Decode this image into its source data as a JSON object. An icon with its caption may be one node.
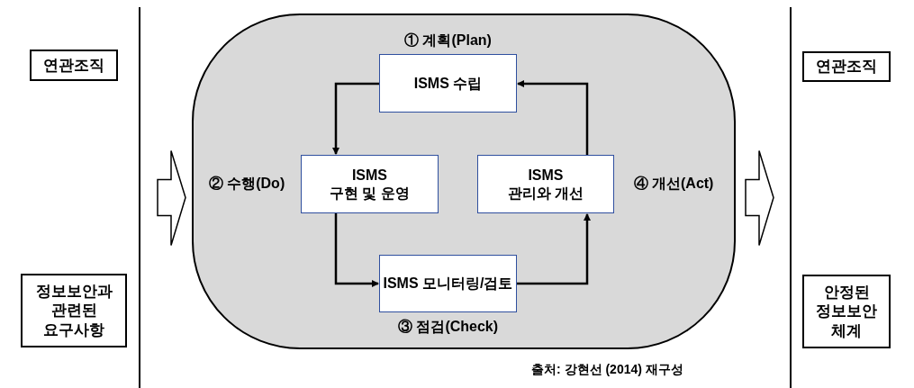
{
  "diagram": {
    "nodes": [
      {
        "text": [
          "연관조직"
        ]
      },
      {
        "text": [
          "정보보안과 관련된 요구사항"
        ]
      },
      {
        "text": [],
        "shape": "box"
      },
      {
        "text": [
          "ISMS 수립"
        ],
        "in": 2,
        "beside": [
          "① 계획(Plan)"
        ]
      },
      {
        "text": [
          "ISMS 구현 및 운영"
        ],
        "in": 2,
        "beside": [
          "② 수행(Do)"
        ]
      },
      {
        "text": [
          "ISMS 모니터링/검토"
        ],
        "in": 2,
        "beside": [
          "③ 점검(Check)"
        ]
      },
      {
        "text": [
          "ISMS 관리와 개선"
        ],
        "in": 2,
        "beside": [
          "④ 개선(Act)"
        ]
      },
      {
        "text": [
          "연관조직"
        ]
      },
      {
        "text": [
          "안정된 정보보안 체계"
        ]
      }
    ],
    "edges": [
      {
        "from": 3,
        "to": 4,
        "arrow": "to"
      },
      {
        "from": 4,
        "to": 5,
        "arrow": "to"
      },
      {
        "from": 5,
        "to": 6,
        "arrow": "to"
      },
      {
        "from": 6,
        "to": 3,
        "arrow": "to"
      },
      {
        "from": null,
        "to": 2,
        "arrow": "to"
      },
      {
        "from": 2,
        "to": null,
        "arrow": "to"
      }
    ],
    "labels": [
      "출처: 강현선 (2014) 재구성"
    ]
  }
}
